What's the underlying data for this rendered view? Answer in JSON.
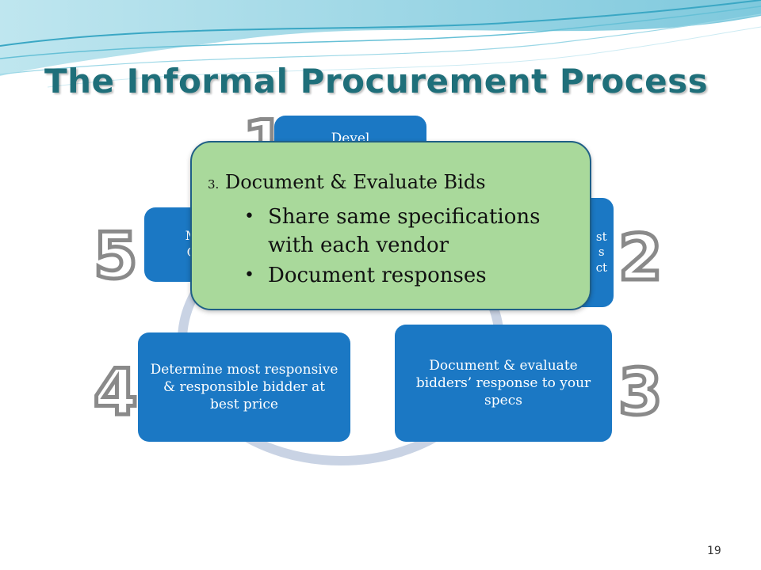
{
  "slide": {
    "title": "The Informal Procurement Process",
    "page_number": "19"
  },
  "cycle": {
    "steps": [
      {
        "number": "1",
        "text": "Devel"
      },
      {
        "number": "2",
        "text": "st\ns\nct"
      },
      {
        "number": "3",
        "text": "Document & evaluate bidders’ response to your specs"
      },
      {
        "number": "4",
        "text": "Determine most responsive & responsible bidder at best price"
      },
      {
        "number": "5",
        "text": "M\nC"
      }
    ]
  },
  "popup": {
    "step_prefix": "3.",
    "heading": "Document & Evaluate Bids",
    "bullets": [
      "Share same specifications with each vendor",
      "Document responses"
    ]
  },
  "colors": {
    "box_blue": "#1b78c4",
    "popup_green": "#a9d99b",
    "title_teal": "#1f6f7a",
    "ring_gray": "#c9d3e4"
  }
}
